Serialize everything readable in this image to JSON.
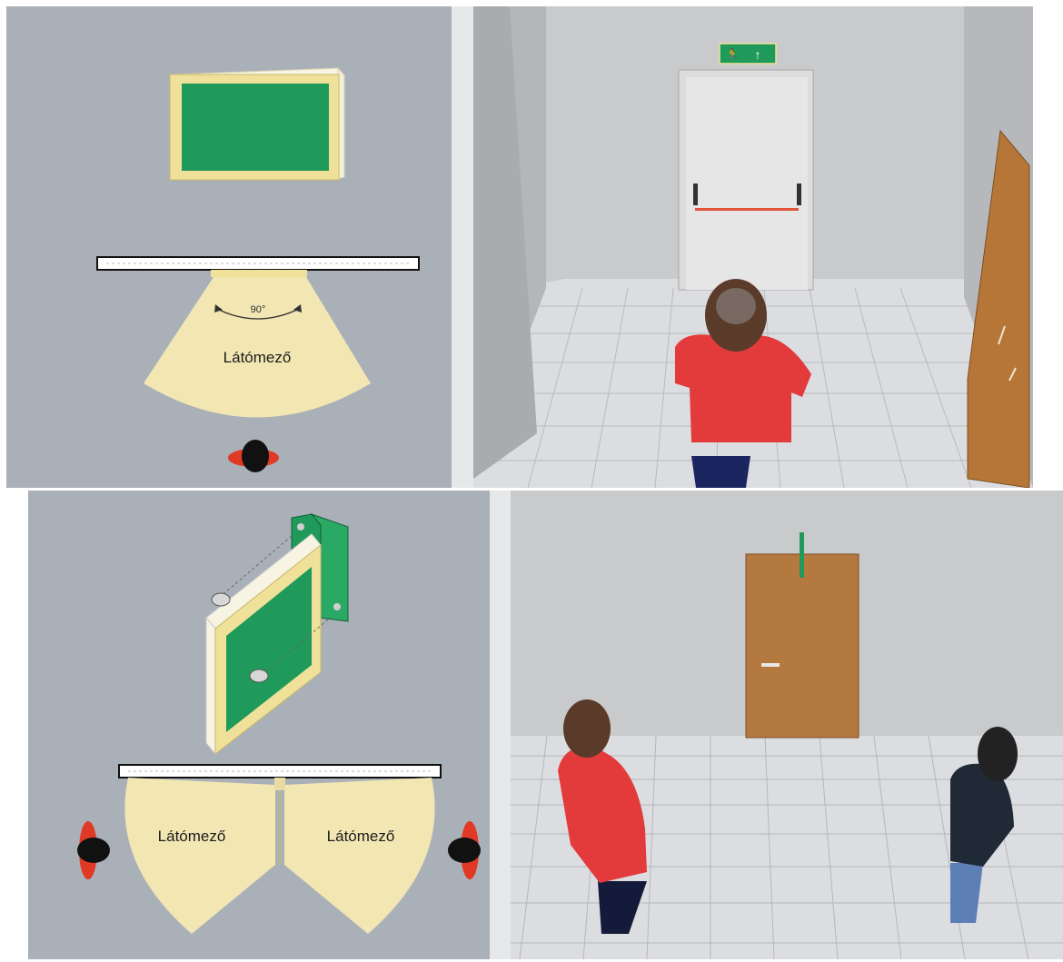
{
  "top_left": {
    "angle_label": "90°",
    "field_label": "Látómező"
  },
  "top_right": {
    "exit_sign_symbols": [
      "running-person-icon",
      "arrow-up-icon"
    ]
  },
  "bottom_left": {
    "field_label_left": "Látómező",
    "field_label_right": "Látómező"
  },
  "colors": {
    "panel_bg": "#aab0b8",
    "sign_green": "#1f9a5a",
    "sign_frame": "#f0e19a",
    "field_fill": "#f2e6b3",
    "person_red": "#e03a26"
  }
}
